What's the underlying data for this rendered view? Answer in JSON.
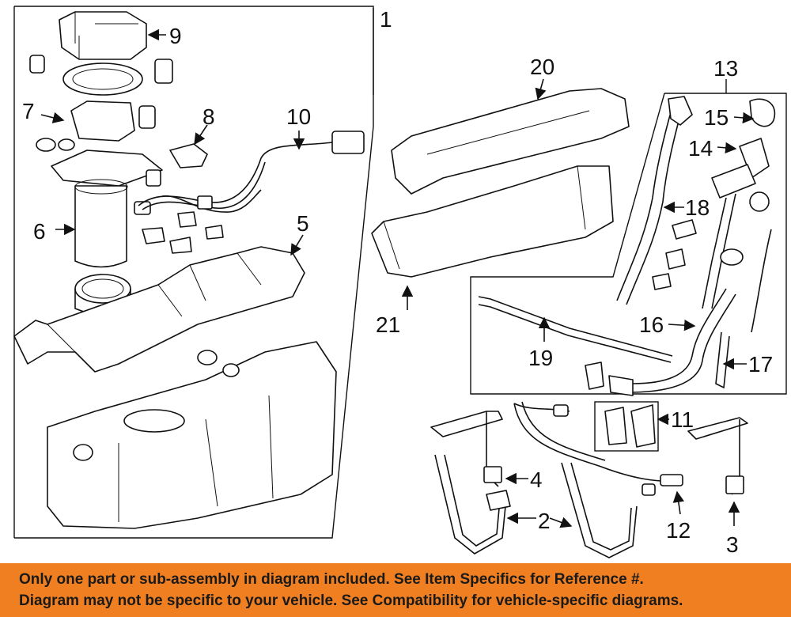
{
  "callouts": [
    {
      "id": "1",
      "label": "1"
    },
    {
      "id": "2",
      "label": "2"
    },
    {
      "id": "3",
      "label": "3"
    },
    {
      "id": "4",
      "label": "4"
    },
    {
      "id": "5",
      "label": "5"
    },
    {
      "id": "6",
      "label": "6"
    },
    {
      "id": "7",
      "label": "7"
    },
    {
      "id": "8",
      "label": "8"
    },
    {
      "id": "9",
      "label": "9"
    },
    {
      "id": "10",
      "label": "10"
    },
    {
      "id": "11",
      "label": "11"
    },
    {
      "id": "12",
      "label": "12"
    },
    {
      "id": "13",
      "label": "13"
    },
    {
      "id": "14",
      "label": "14"
    },
    {
      "id": "15",
      "label": "15"
    },
    {
      "id": "16",
      "label": "16"
    },
    {
      "id": "17",
      "label": "17"
    },
    {
      "id": "18",
      "label": "18"
    },
    {
      "id": "19",
      "label": "19"
    },
    {
      "id": "20",
      "label": "20"
    },
    {
      "id": "21",
      "label": "21"
    }
  ],
  "notice": {
    "line1": "Only one part or sub-assembly in diagram included. See Item Specifics for Reference #.",
    "line2": "Diagram may not be specific to your vehicle. See Compatibility for vehicle-specific diagrams.",
    "background_color": "#f07f22"
  }
}
